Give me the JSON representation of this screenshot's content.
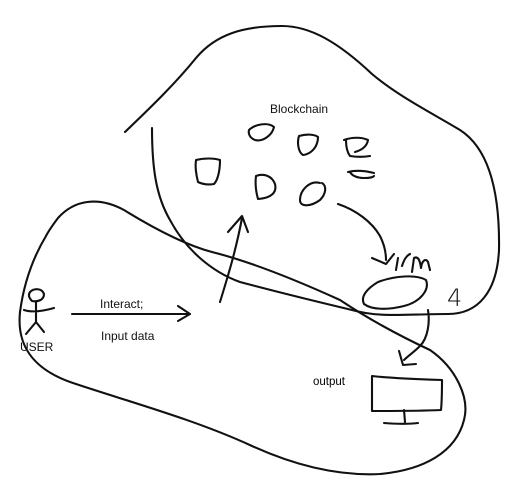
{
  "diagram": {
    "labels": {
      "blockchain": "Blockchain",
      "interact": "Interact;",
      "input_data": "Input data",
      "user": "USER",
      "output": "output",
      "step_number": "4"
    }
  }
}
